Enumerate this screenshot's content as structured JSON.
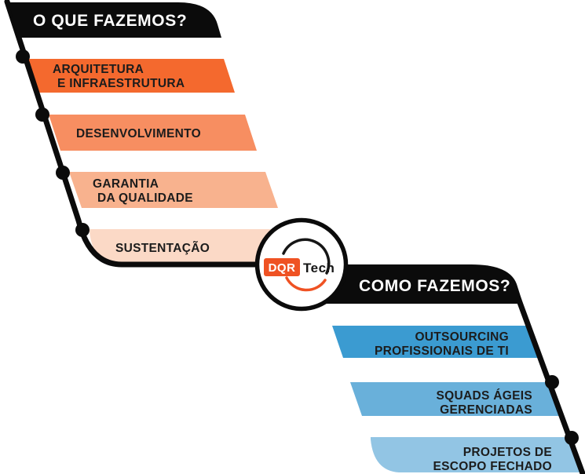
{
  "logo": {
    "box_text": "DQR",
    "suffix_text": "Tech",
    "orange": "#EF5223",
    "dark": "#161616",
    "circle_fill": "#FFFFFF",
    "circle_stroke": "#0B0B0B"
  },
  "timeline": {
    "line_color": "#0B0B0B",
    "dot_color": "#0B0B0B"
  },
  "left_section": {
    "header": {
      "label": "O QUE FAZEMOS?",
      "bg": "#0B0B0B",
      "text_color": "#FFFFFF"
    },
    "bars": [
      {
        "lines": [
          "ARQUITETURA",
          "E INFRAESTRUTURA"
        ],
        "color": "#F4692E"
      },
      {
        "lines": [
          "DESENVOLVIMENTO"
        ],
        "color": "#F78E61"
      },
      {
        "lines": [
          "GARANTIA",
          "DA QUALIDADE"
        ],
        "color": "#F8B28E"
      },
      {
        "lines": [
          "SUSTENTAÇÃO"
        ],
        "color": "#FBD9C6"
      }
    ],
    "label_color": "#1C1C1C"
  },
  "right_section": {
    "header": {
      "label": "COMO FAZEMOS?",
      "bg": "#0B0B0B",
      "text_color": "#FFFFFF"
    },
    "bars": [
      {
        "lines": [
          "OUTSOURCING",
          "PROFISSIONAIS DE TI"
        ],
        "color": "#3B9BD1"
      },
      {
        "lines": [
          "SQUADS ÁGEIS",
          "GERENCIADAS"
        ],
        "color": "#69B0DA"
      },
      {
        "lines": [
          "PROJETOS DE",
          "ESCOPO FECHADO"
        ],
        "color": "#92C5E4"
      }
    ],
    "label_color": "#1C1C1C"
  }
}
